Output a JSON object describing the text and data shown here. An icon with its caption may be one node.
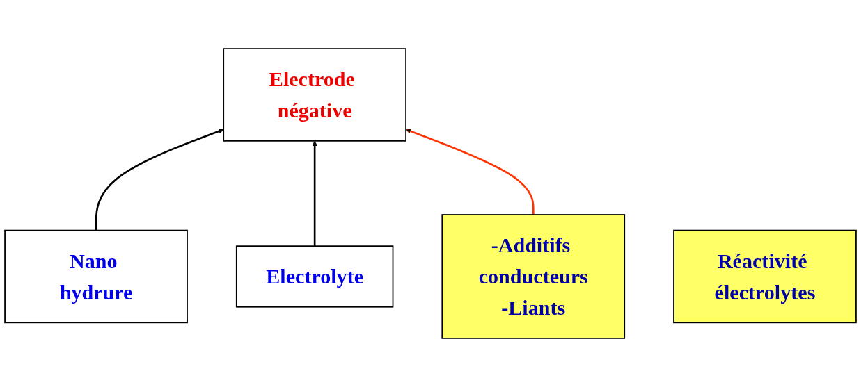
{
  "diagram": {
    "nodes": [
      {
        "text": [
          "Nano hydrure"
        ]
      },
      {
        "text": [
          "Electrode négative"
        ]
      },
      {
        "text": [
          "Electrolyte"
        ]
      },
      {
        "text": [
          "-Additifs conducteurs",
          "-Liants"
        ]
      },
      {
        "text": [
          "Réactivité électrolytes"
        ]
      }
    ],
    "edges": [
      {
        "from": 0,
        "to": 1,
        "arrow": "to"
      },
      {
        "from": 2,
        "to": 1,
        "arrow": "to"
      },
      {
        "from": 3,
        "to": 1,
        "arrow": "to",
        "color": "#ff3300"
      }
    ]
  }
}
